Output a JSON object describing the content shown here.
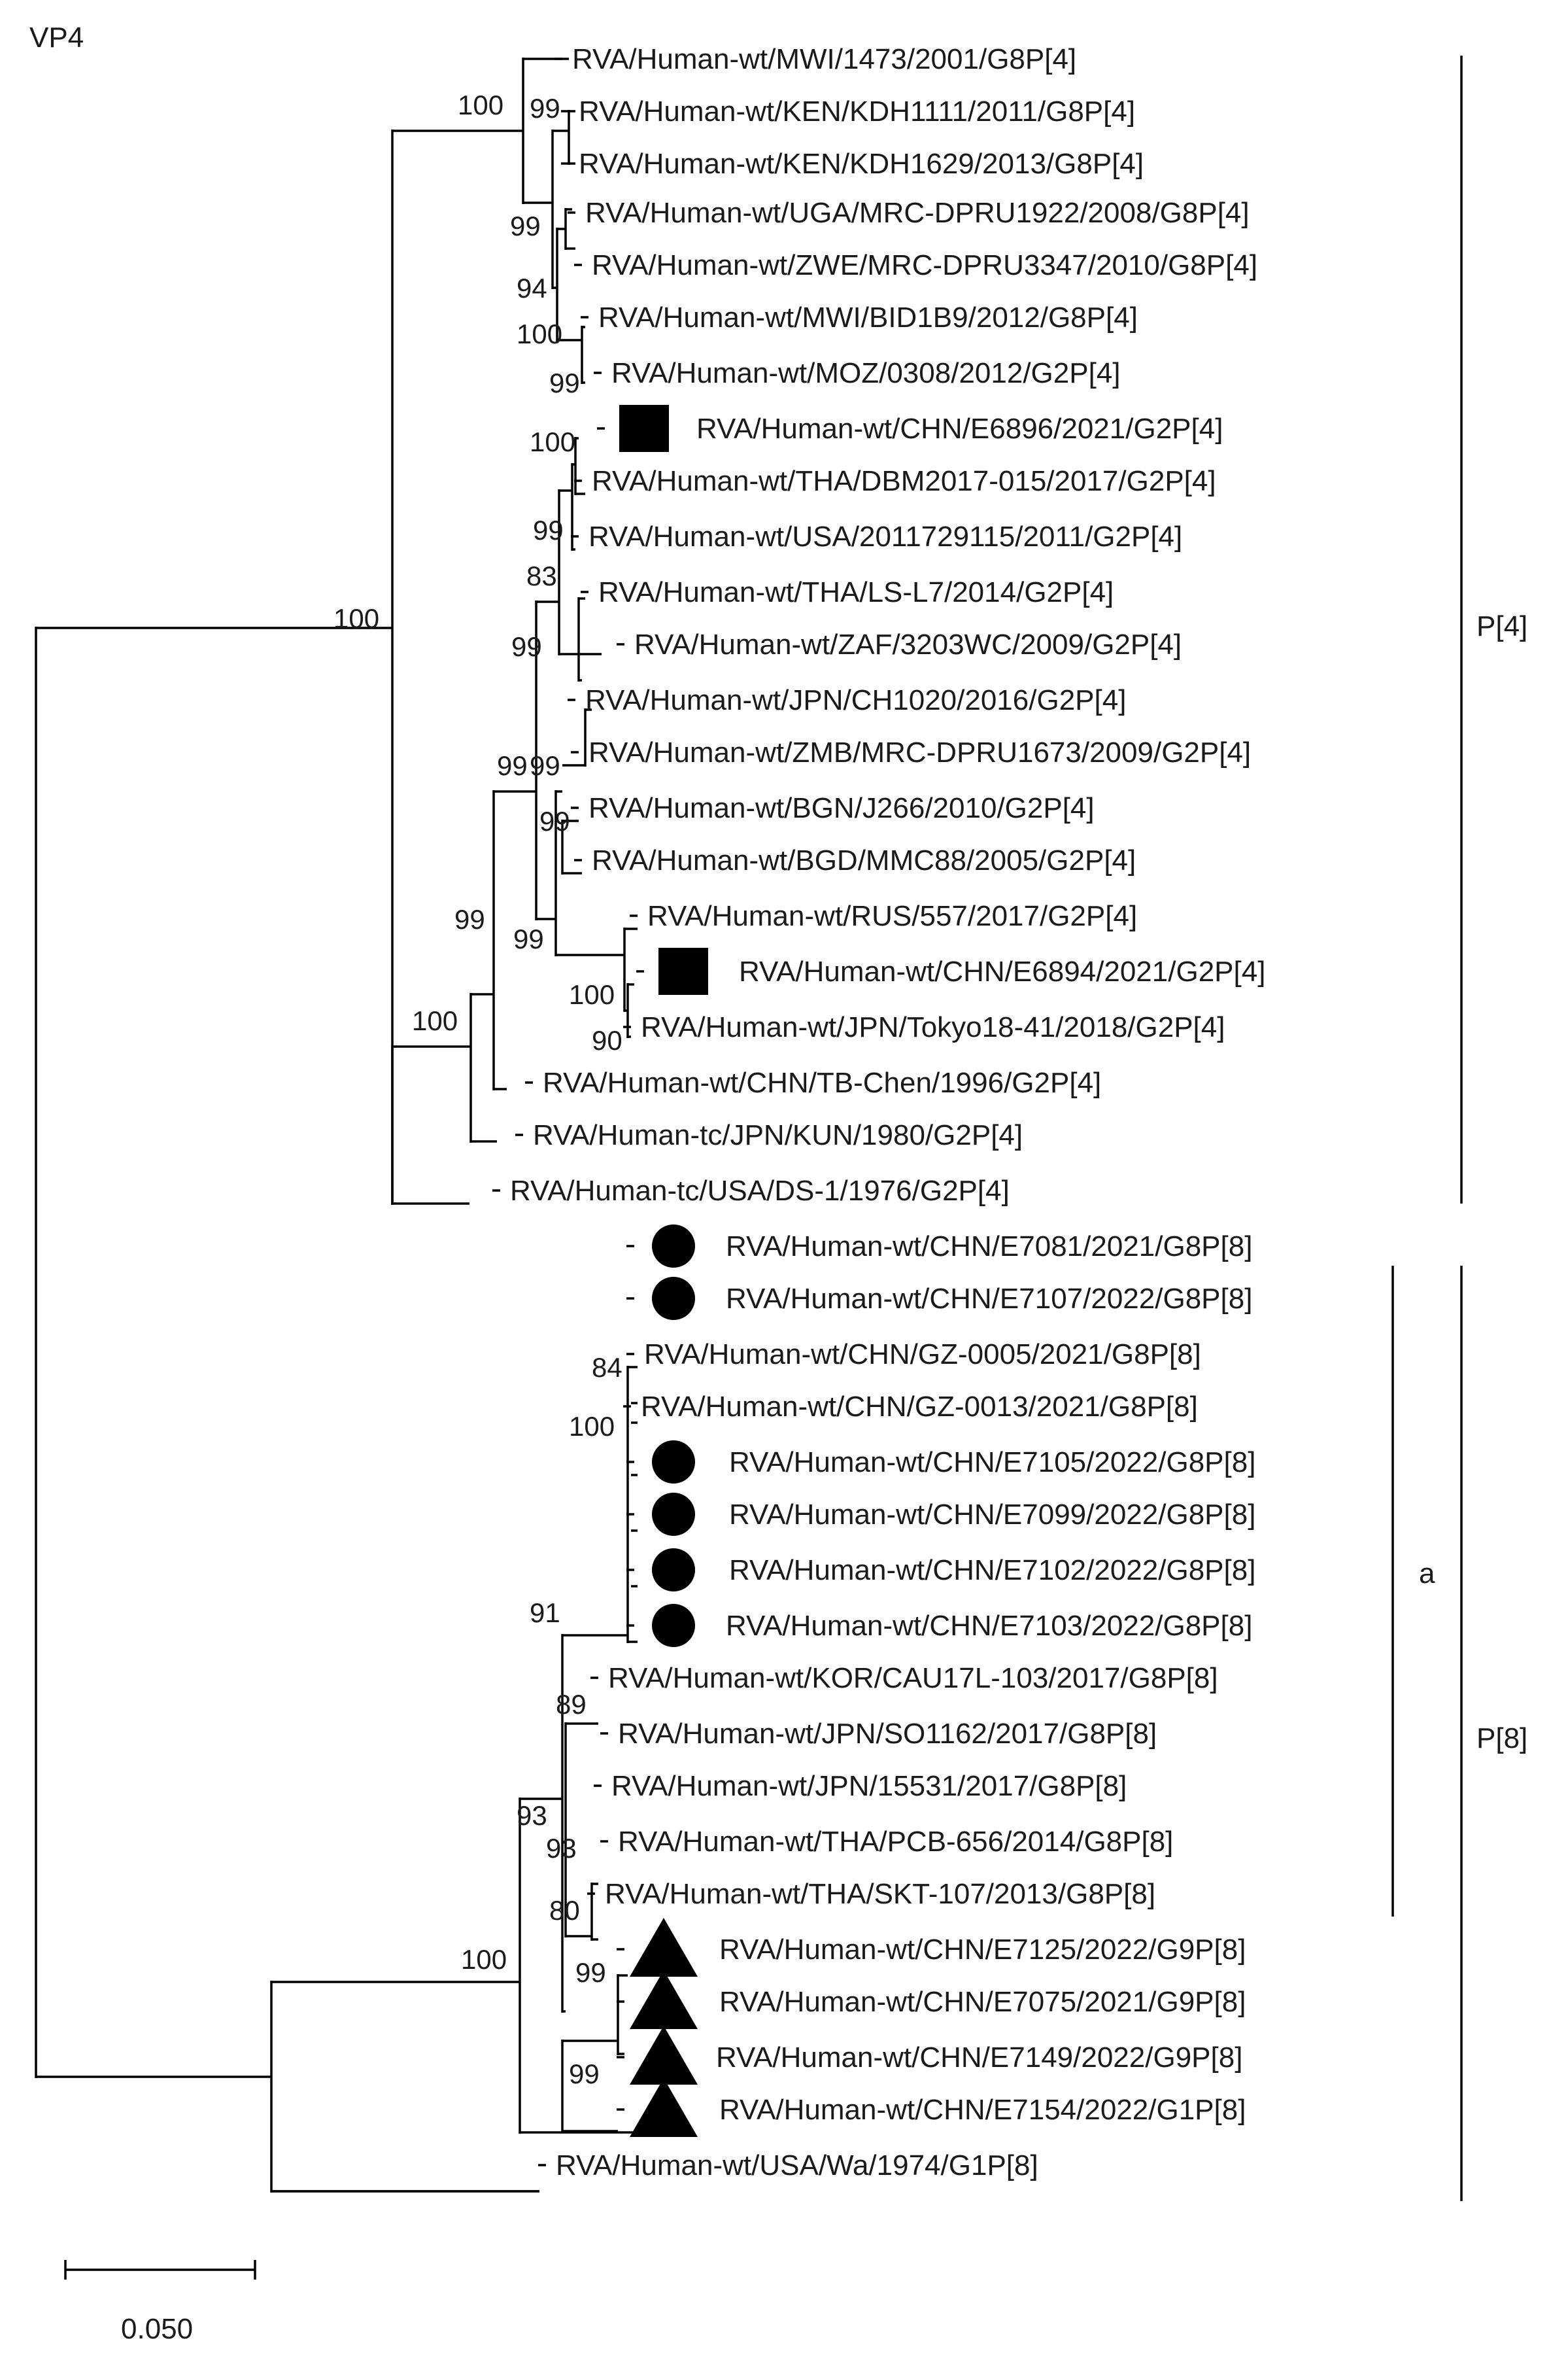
{
  "title": "VP4",
  "scale_bar_label": "0.050",
  "leaves": [
    {
      "label": "RVA/Human-wt/MWI/1473/2001/G8P[4]",
      "marker": ""
    },
    {
      "label": "RVA/Human-wt/KEN/KDH1111/2011/G8P[4]",
      "marker": ""
    },
    {
      "label": "RVA/Human-wt/KEN/KDH1629/2013/G8P[4]",
      "marker": ""
    },
    {
      "label": "RVA/Human-wt/UGA/MRC-DPRU1922/2008/G8P[4]",
      "marker": ""
    },
    {
      "label": "RVA/Human-wt/ZWE/MRC-DPRU3347/2010/G8P[4]",
      "marker": ""
    },
    {
      "label": "RVA/Human-wt/MWI/BID1B9/2012/G8P[4]",
      "marker": ""
    },
    {
      "label": "RVA/Human-wt/MOZ/0308/2012/G2P[4]",
      "marker": ""
    },
    {
      "label": "RVA/Human-wt/CHN/E6896/2021/G2P[4]",
      "marker": "square"
    },
    {
      "label": "RVA/Human-wt/THA/DBM2017-015/2017/G2P[4]",
      "marker": ""
    },
    {
      "label": "RVA/Human-wt/USA/2011729115/2011/G2P[4]",
      "marker": ""
    },
    {
      "label": "RVA/Human-wt/THA/LS-L7/2014/G2P[4]",
      "marker": ""
    },
    {
      "label": "RVA/Human-wt/ZAF/3203WC/2009/G2P[4]",
      "marker": ""
    },
    {
      "label": "RVA/Human-wt/JPN/CH1020/2016/G2P[4]",
      "marker": ""
    },
    {
      "label": "RVA/Human-wt/ZMB/MRC-DPRU1673/2009/G2P[4]",
      "marker": ""
    },
    {
      "label": "RVA/Human-wt/BGN/J266/2010/G2P[4]",
      "marker": ""
    },
    {
      "label": "RVA/Human-wt/BGD/MMC88/2005/G2P[4]",
      "marker": ""
    },
    {
      "label": "RVA/Human-wt/RUS/557/2017/G2P[4]",
      "marker": ""
    },
    {
      "label": "RVA/Human-wt/CHN/E6894/2021/G2P[4]",
      "marker": "square"
    },
    {
      "label": "RVA/Human-wt/JPN/Tokyo18-41/2018/G2P[4]",
      "marker": ""
    },
    {
      "label": "RVA/Human-wt/CHN/TB-Chen/1996/G2P[4]",
      "marker": ""
    },
    {
      "label": "RVA/Human-tc/JPN/KUN/1980/G2P[4]",
      "marker": ""
    },
    {
      "label": "RVA/Human-tc/USA/DS-1/1976/G2P[4]",
      "marker": ""
    },
    {
      "label": "RVA/Human-wt/CHN/E7081/2021/G8P[8]",
      "marker": "circle"
    },
    {
      "label": "RVA/Human-wt/CHN/E7107/2022/G8P[8]",
      "marker": "circle"
    },
    {
      "label": "RVA/Human-wt/CHN/GZ-0005/2021/G8P[8]",
      "marker": ""
    },
    {
      "label": "RVA/Human-wt/CHN/GZ-0013/2021/G8P[8]",
      "marker": ""
    },
    {
      "label": "RVA/Human-wt/CHN/E7105/2022/G8P[8]",
      "marker": "circle"
    },
    {
      "label": "RVA/Human-wt/CHN/E7099/2022/G8P[8]",
      "marker": "circle"
    },
    {
      "label": "RVA/Human-wt/CHN/E7102/2022/G8P[8]",
      "marker": "circle"
    },
    {
      "label": "RVA/Human-wt/CHN/E7103/2022/G8P[8]",
      "marker": "circle"
    },
    {
      "label": "RVA/Human-wt/KOR/CAU17L-103/2017/G8P[8]",
      "marker": ""
    },
    {
      "label": "RVA/Human-wt/JPN/SO1162/2017/G8P[8]",
      "marker": ""
    },
    {
      "label": "RVA/Human-wt/JPN/15531/2017/G8P[8]",
      "marker": ""
    },
    {
      "label": "RVA/Human-wt/THA/PCB-656/2014/G8P[8]",
      "marker": ""
    },
    {
      "label": "RVA/Human-wt/THA/SKT-107/2013/G8P[8]",
      "marker": ""
    },
    {
      "label": "RVA/Human-wt/CHN/E7125/2022/G9P[8]",
      "marker": "triangle"
    },
    {
      "label": "RVA/Human-wt/CHN/E7075/2021/G9P[8]",
      "marker": "triangle"
    },
    {
      "label": "RVA/Human-wt/CHN/E7149/2022/G9P[8]",
      "marker": "triangle"
    },
    {
      "label": "RVA/Human-wt/CHN/E7154/2022/G1P[8]",
      "marker": "triangle"
    },
    {
      "label": "RVA/Human-wt/USA/Wa/1974/G1P[8]",
      "marker": ""
    }
  ],
  "bootstrap": [
    "100",
    "99",
    "99",
    "94",
    "100",
    "99",
    "100",
    "99",
    "83",
    "99",
    "99",
    "99",
    "99",
    "99",
    "99",
    "100",
    "90",
    "100",
    "100",
    "84",
    "100",
    "91",
    "89",
    "93",
    "93",
    "80",
    "99",
    "99",
    "100"
  ],
  "groups": [
    "P[4]",
    "a",
    "P[8]"
  ]
}
